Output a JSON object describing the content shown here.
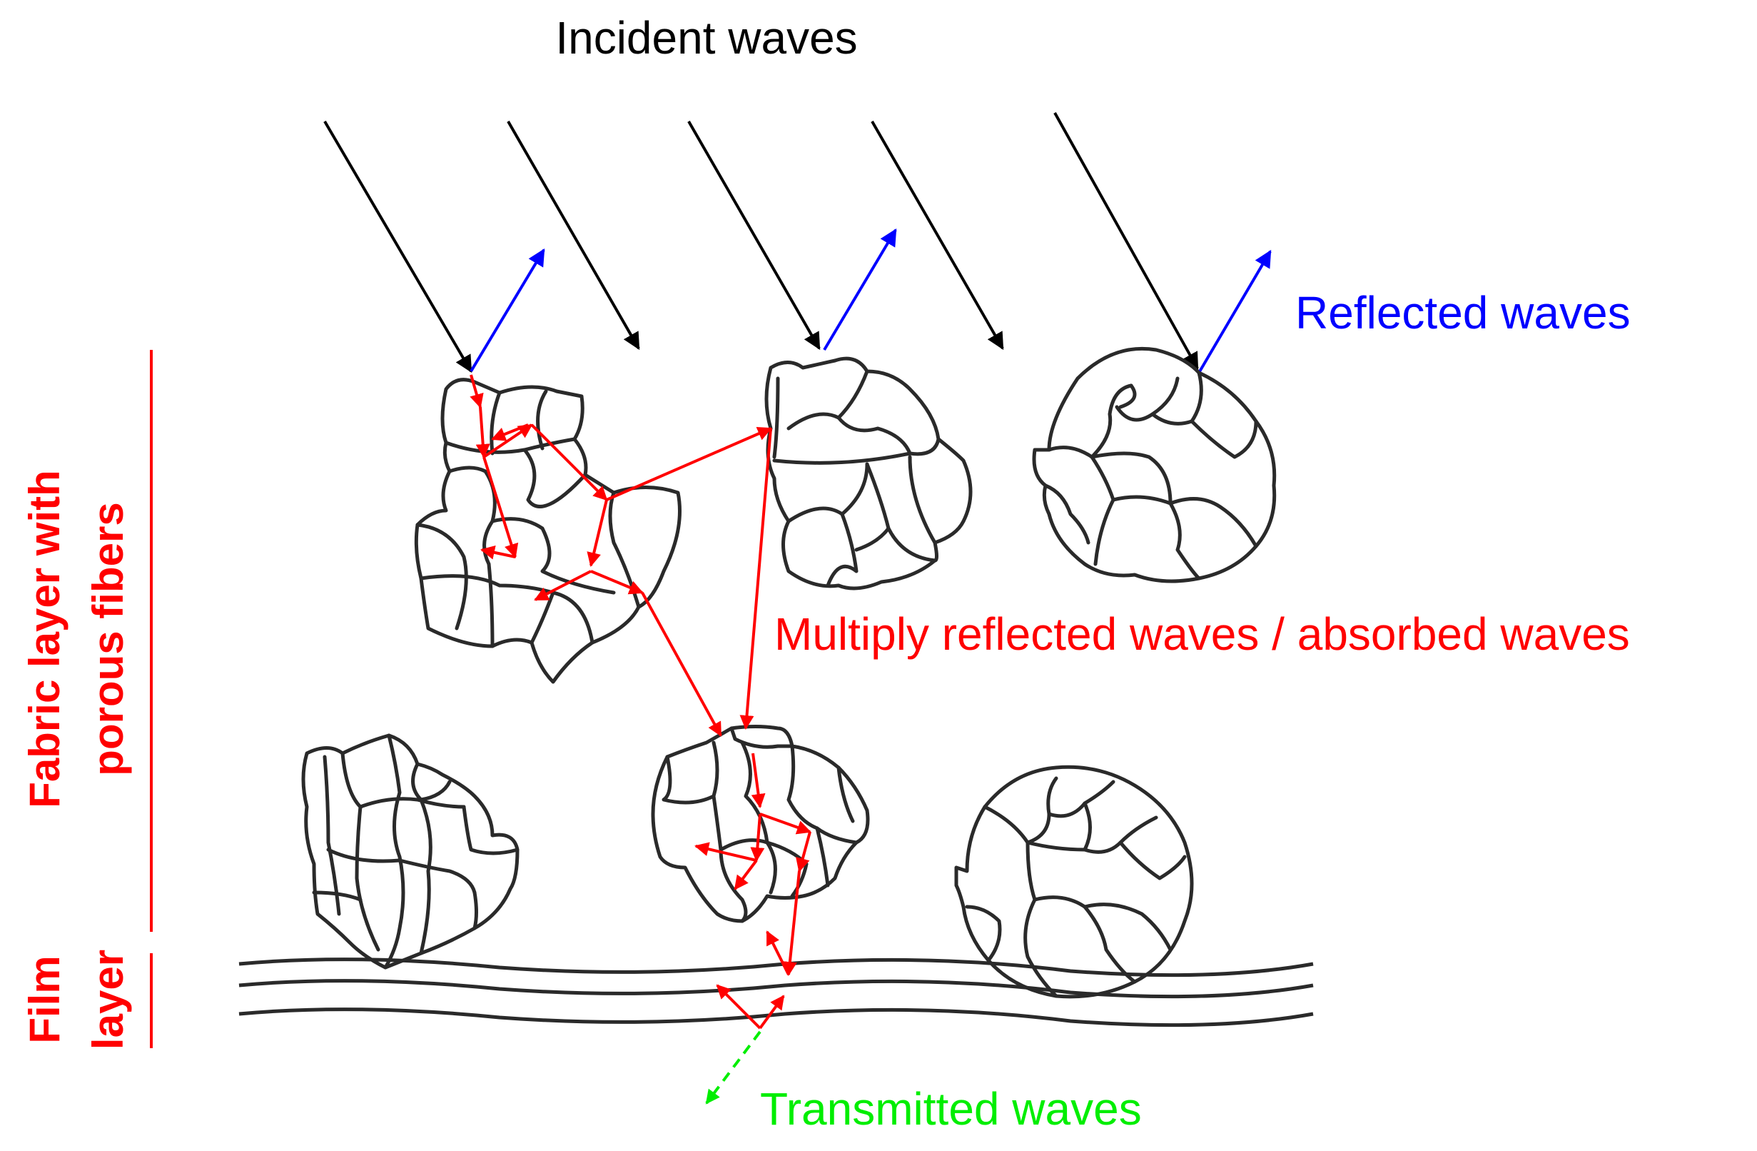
{
  "labels": {
    "incident": "Incident waves",
    "reflected": "Reflected waves",
    "multiply": "Multiply reflected waves / absorbed waves",
    "transmitted": "Transmitted waves",
    "fabric_line1": "Fabric layer with",
    "fabric_line2": "porous fibers",
    "film_line1": "Film",
    "film_line2": "layer"
  },
  "colors": {
    "incident": "#000000",
    "reflected": "#0000ff",
    "multiply": "#ff0000",
    "transmitted": "#00ee00",
    "fiber_outline": "#2a2a2a"
  }
}
